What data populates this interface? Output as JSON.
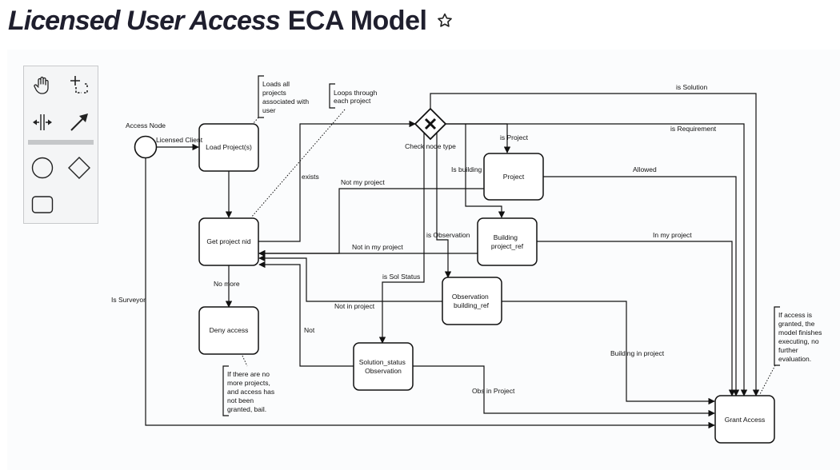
{
  "header": {
    "title_italic": "Licensed User Access",
    "title_normal": "ECA Model"
  },
  "palette": {
    "tools": [
      {
        "name": "hand-tool"
      },
      {
        "name": "lasso-tool"
      },
      {
        "name": "space-tool"
      },
      {
        "name": "connect-tool"
      },
      {
        "name": "create-start-event"
      },
      {
        "name": "create-gateway"
      },
      {
        "name": "create-task"
      }
    ]
  },
  "diagram": {
    "start_event_label": "Access Node",
    "gateway_label": "Check node type",
    "tasks": {
      "load": "Load Project(s)",
      "get_nid": "Get project nid",
      "deny": "Deny access",
      "project": "Project",
      "building": [
        "Building",
        "project_ref"
      ],
      "observation": [
        "Observation",
        "building_ref"
      ],
      "solution": [
        "Solution_status",
        "Observation"
      ],
      "grant": "Grant Access"
    },
    "annotations": {
      "loads": [
        "Loads all",
        "projects",
        "associated with",
        "user"
      ],
      "loops": [
        "Loops through",
        "each project"
      ],
      "bail": [
        "If there are no",
        "more projects,",
        "and access has",
        "not been",
        "granted, bail."
      ],
      "granted": [
        "If access is",
        "granted, the",
        "model finishes",
        "executing, no",
        "further",
        "evaluation."
      ]
    },
    "flow_labels": {
      "licensed_client": "Licensed Client",
      "exists": "exists",
      "no_more": "No more",
      "is_surveyor": "Is Surveyor",
      "is_solution": "is Solution",
      "is_requirement": "is Requirement",
      "is_project": "is Project",
      "is_building": "Is building",
      "is_observation": "is Observation",
      "is_sol_status": "is Sol Status",
      "not_my_project": "Not my project",
      "not_in_my_project": "Not in my project",
      "not_in_project": "Not in project",
      "not": "Not",
      "allowed": "Allowed",
      "in_my_project": "In my project",
      "building_in_project": "Building in project",
      "obs_in_project": "Obs in Project"
    }
  }
}
